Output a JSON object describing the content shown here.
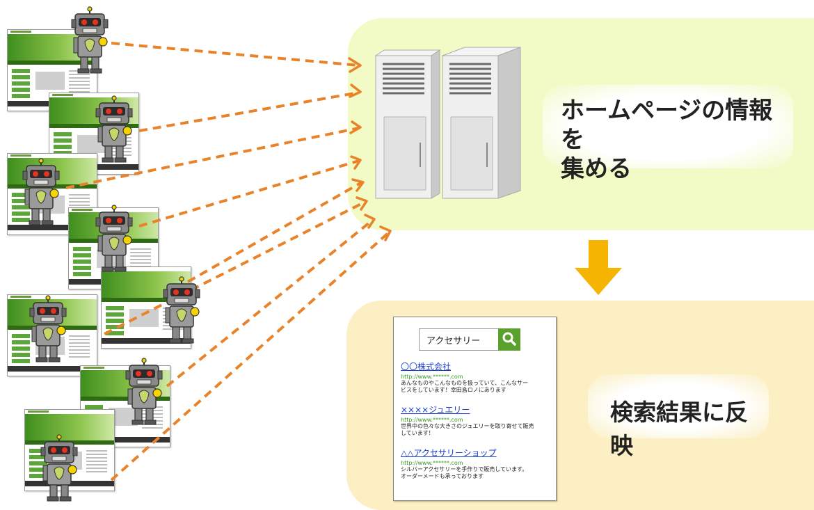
{
  "labels": {
    "collect": "ホームページの情報を\n集める",
    "reflect": "検索結果に反映"
  },
  "search": {
    "query": "アクセサリー",
    "results": [
      {
        "title": "〇〇株式会社",
        "url": "http://www.******.com",
        "desc": "あんなものやこんなものを扱っていて、こんなサー\nビスをしています！幸田島ロノにあります"
      },
      {
        "title": "××××ジュエリー",
        "url": "http://www.******.com",
        "desc": "世界中の色々な大きさのジュエリーを取り寄せて販売\nしています！"
      },
      {
        "title": "△△アクセサリーショップ",
        "url": "http://www.******.com",
        "desc": "シルバーアクセサリーを手作りで販売しています。\nオーダーメードも承っております"
      }
    ]
  },
  "icons": [
    "robot-icon",
    "server-icon",
    "down-arrow-icon",
    "search-icon",
    "website-thumbnail"
  ],
  "colors": {
    "arrow": "#e8832a",
    "flow_arrow": "#f5b400",
    "panel_top": "#f2fac6",
    "panel_bottom": "#fbefc3",
    "link": "#1a3fd0",
    "url": "#3a9a26"
  }
}
